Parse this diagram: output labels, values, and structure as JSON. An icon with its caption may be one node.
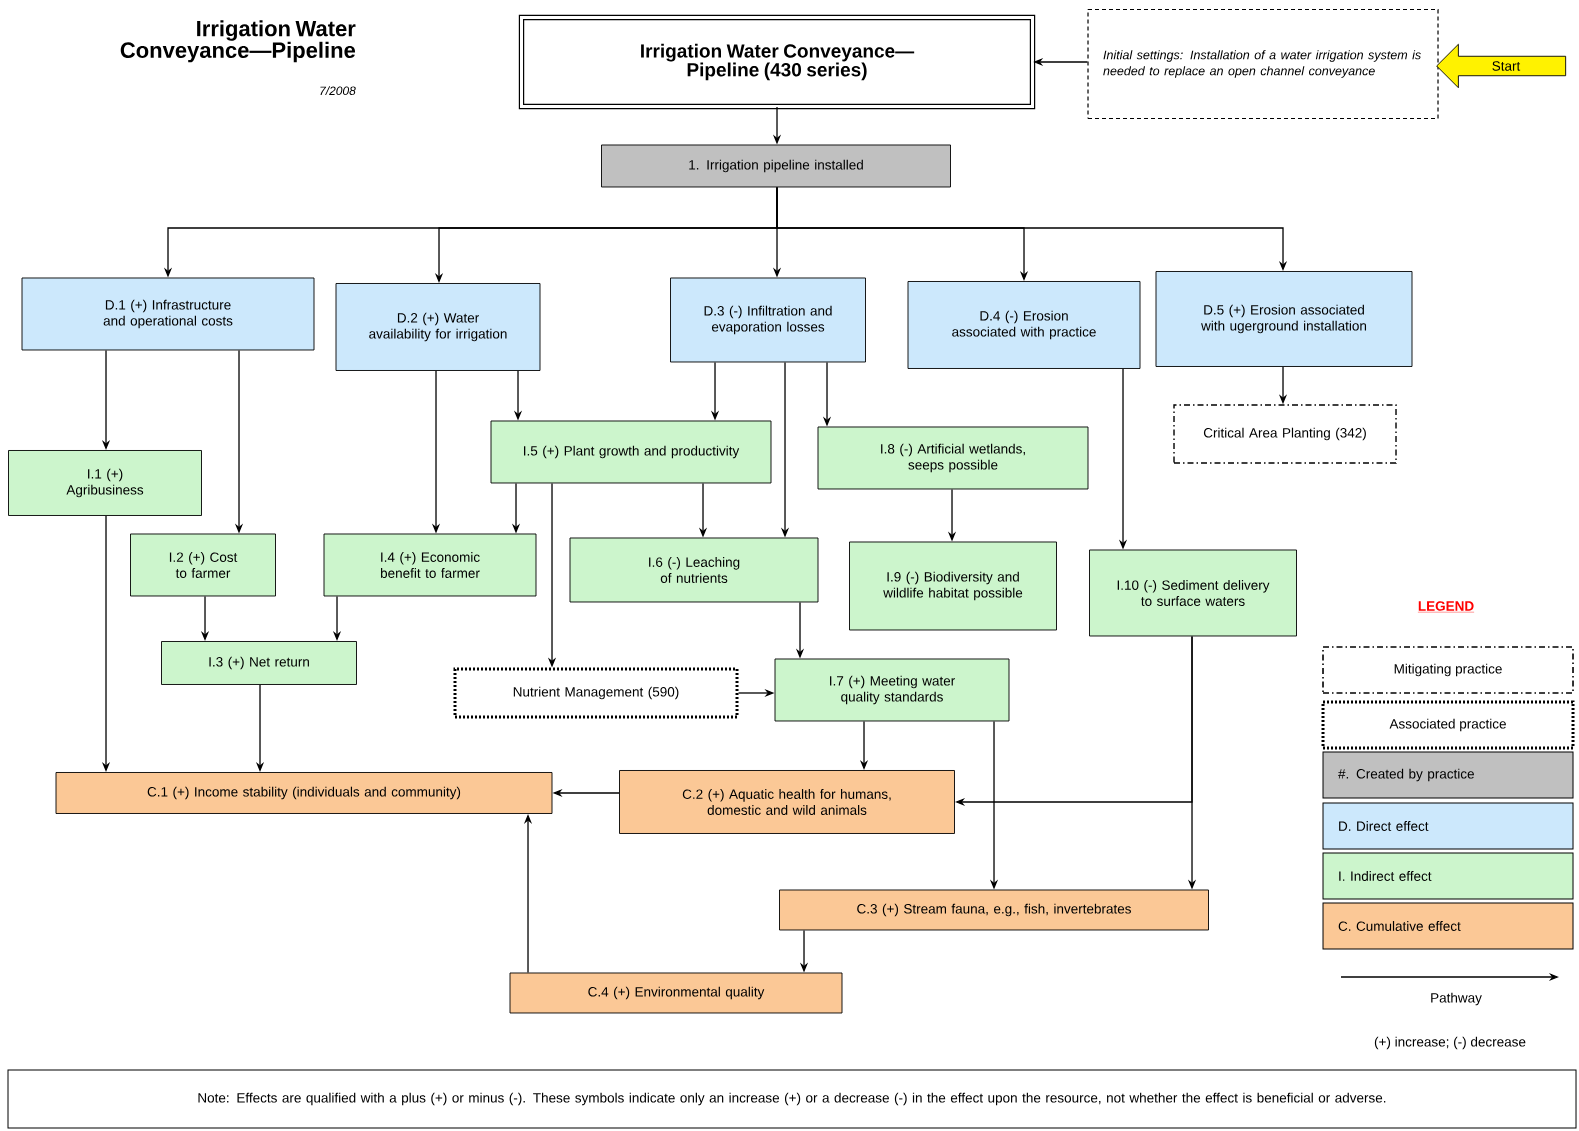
{
  "diagram": {
    "title": "Irrigation Water Conveyance—Pipeline",
    "nodes": [
      {
        "text": [
          "Irrigation Water Conveyance—Pipeline (430 series)"
        ]
      },
      {
        "text": [
          "Initial settings: Installation of a water irrigation system is needed to replace an open channel conveyance"
        ]
      },
      {
        "text": [
          "Start"
        ]
      },
      {
        "text": [
          "1. Irrigation pipeline installed"
        ]
      },
      {
        "text": [
          "D.1 (+) Infrastructure and operational costs"
        ]
      },
      {
        "text": [
          "D.2 (+) Water availability for irrigation"
        ]
      },
      {
        "text": [
          "D.3 (-) Infiltration and evaporation losses"
        ]
      },
      {
        "text": [
          "D.4 (-) Erosion associated with practice"
        ]
      },
      {
        "text": [
          "D.5 (+) Erosion associated with ugerground installation"
        ]
      },
      {
        "text": [
          "Critical Area Planting (342)"
        ]
      },
      {
        "text": [
          "I.1 (+) Agribusiness"
        ]
      },
      {
        "text": [
          "I.5 (+) Plant growth and productivity"
        ]
      },
      {
        "text": [
          "I.8 (-) Artificial wetlands, seeps possible"
        ]
      },
      {
        "text": [
          "I.2 (+) Cost to farmer"
        ]
      },
      {
        "text": [
          "I.4 (+) Economic benefit to farmer"
        ]
      },
      {
        "text": [
          "I.6 (-) Leaching of nutrients"
        ]
      },
      {
        "text": [
          "I.9 (-) Biodiversity and wildlife habitat possible"
        ]
      },
      {
        "text": [
          "I.10 (-) Sediment delivery to surface waters"
        ]
      },
      {
        "text": [
          "I.3 (+) Net return"
        ]
      },
      {
        "text": [
          "Nutrient Management (590)"
        ]
      },
      {
        "text": [
          "I.7 (+) Meeting water quality standards"
        ]
      },
      {
        "text": [
          "C.1 (+) Income stability (individuals and community)"
        ]
      },
      {
        "text": [
          "C.2 (+) Aquatic health for humans, domestic and wild animals"
        ]
      },
      {
        "text": [
          "C.3 (+) Stream fauna, e.g., fish, invertebrates"
        ]
      },
      {
        "text": [
          "C.4 (+) Environmental quality"
        ]
      }
    ],
    "edges": [
      {
        "from": 1,
        "to": 0,
        "arrow": "to"
      },
      {
        "from": 0,
        "to": 3,
        "arrow": "to"
      },
      {
        "from": 3,
        "to": 4,
        "arrow": "to"
      },
      {
        "from": 3,
        "to": 5,
        "arrow": "to"
      },
      {
        "from": 3,
        "to": 6,
        "arrow": "to"
      },
      {
        "from": 3,
        "to": 7,
        "arrow": "to"
      },
      {
        "from": 3,
        "to": 8,
        "arrow": "to"
      },
      {
        "from": 8,
        "to": 9,
        "arrow": "to"
      },
      {
        "from": 4,
        "to": 10,
        "arrow": "to"
      },
      {
        "from": 4,
        "to": 13,
        "arrow": "to"
      },
      {
        "from": 5,
        "to": 14,
        "arrow": "to"
      },
      {
        "from": 5,
        "to": 11,
        "arrow": "to"
      },
      {
        "from": 6,
        "to": 11,
        "arrow": "to"
      },
      {
        "from": 6,
        "to": 15,
        "arrow": "to"
      },
      {
        "from": 6,
        "to": 12,
        "arrow": "to"
      },
      {
        "from": 7,
        "to": 17,
        "arrow": "to"
      },
      {
        "from": 11,
        "to": 14,
        "arrow": "to"
      },
      {
        "from": 11,
        "to": 19,
        "arrow": "to"
      },
      {
        "from": 11,
        "to": 15,
        "arrow": "to"
      },
      {
        "from": 12,
        "to": 16,
        "arrow": "to"
      },
      {
        "from": 13,
        "to": 18,
        "arrow": "to"
      },
      {
        "from": 14,
        "to": 18,
        "arrow": "to"
      },
      {
        "from": 15,
        "to": 20,
        "arrow": "to"
      },
      {
        "from": 19,
        "to": 20,
        "arrow": "to"
      },
      {
        "from": 10,
        "to": 21,
        "arrow": "to"
      },
      {
        "from": 18,
        "to": 21,
        "arrow": "to"
      },
      {
        "from": 20,
        "to": 22,
        "arrow": "to"
      },
      {
        "from": 22,
        "to": 21,
        "arrow": "to"
      },
      {
        "from": 24,
        "to": 21,
        "arrow": "to"
      },
      {
        "from": 20,
        "to": 23,
        "arrow": "to"
      },
      {
        "from": 17,
        "to": 22,
        "arrow": "to"
      },
      {
        "from": 17,
        "to": 23,
        "arrow": "to"
      },
      {
        "from": 23,
        "to": 24,
        "arrow": "to"
      }
    ],
    "labels": [
      "7/2008",
      "LEGEND",
      "(+) increase; (-) decrease",
      "Note: Effects are qualified with a plus (+) or minus (-). These symbols indicate only an increase (+) or a decrease (-) in the effect upon the resource, not whether the effect is beneficial or adverse."
    ],
    "legend": [
      {
        "text": "Mitigating practice"
      },
      {
        "text": "Associated practice"
      },
      {
        "text": "#. Created by practice",
        "color": "#c0c0c0"
      },
      {
        "text": "D. Direct effect",
        "color": "#cce8fc"
      },
      {
        "text": "I. Indirect effect",
        "color": "#ccf5cc"
      },
      {
        "text": "C. Cumulative effect",
        "color": "#fbc896"
      },
      {
        "text": "Pathway"
      }
    ]
  }
}
